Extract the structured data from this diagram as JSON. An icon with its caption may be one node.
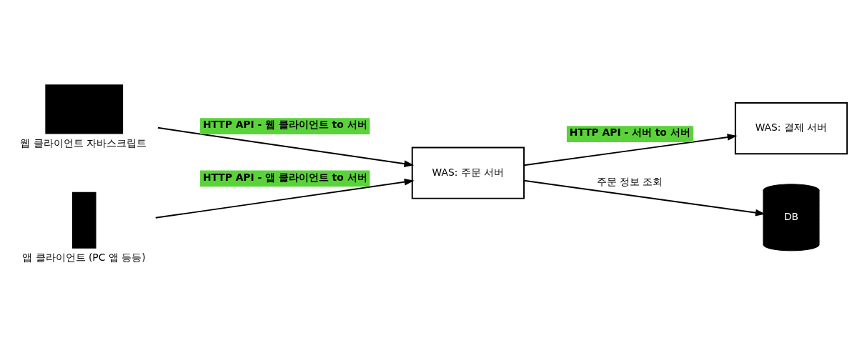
{
  "diagram": {
    "nodes": [
      {
        "text": [
          "웹 클라이언트 자바스크립트"
        ]
      },
      {
        "text": [
          "앱 클라이언트 (PC 앱 등등)"
        ]
      },
      {
        "text": [
          "WAS: 주문 서버"
        ]
      },
      {
        "text": [
          "WAS: 결제 서버"
        ]
      },
      {
        "text": [
          "DB"
        ]
      }
    ],
    "edges": [
      {
        "from": 0,
        "to": 2,
        "arrow": "to",
        "label": "HTTP API - 웹 클라이언트 to 서버"
      },
      {
        "from": 1,
        "to": 2,
        "arrow": "to",
        "label": "HTTP API - 앱 클라이언트 to 서버"
      },
      {
        "from": 2,
        "to": 3,
        "arrow": "to",
        "label": "HTTP API - 서버 to 서버"
      },
      {
        "from": 2,
        "to": 4,
        "arrow": "to",
        "label": "주문 정보 조회"
      }
    ]
  }
}
